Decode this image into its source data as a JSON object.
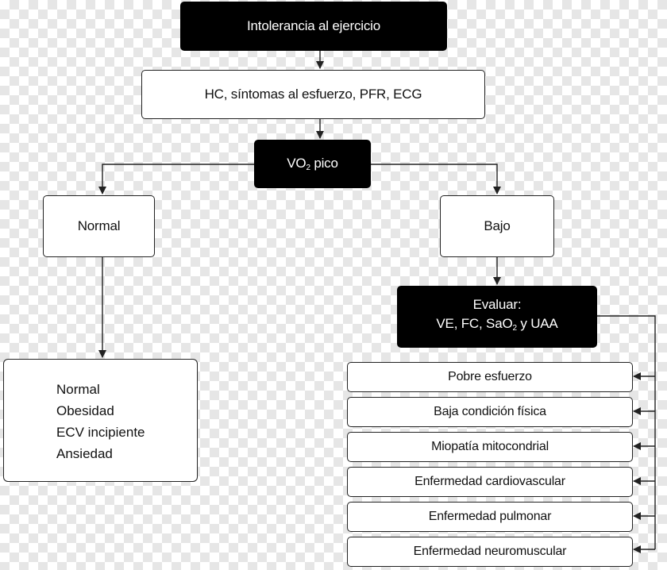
{
  "nodes": {
    "top": "Intolerancia al ejercicio",
    "hc": "HC, síntomas al esfuerzo, PFR, ECG",
    "vo2": {
      "main": "VO",
      "sub": "2",
      "rest": " pico"
    },
    "normal": "Normal",
    "bajo": "Bajo",
    "evaluar": {
      "line1": "Evaluar:",
      "line2_a": "VE, FC, SaO",
      "line2_sub": "2",
      "line2_b": " y UAA"
    }
  },
  "normal_list": [
    "Normal",
    "Obesidad",
    "ECV incipiente",
    "Ansiedad"
  ],
  "outcomes": [
    "Pobre esfuerzo",
    "Baja condición física",
    "Miopatía mitocondrial",
    "Enfermedad cardiovascular",
    "Enfermedad pulmonar",
    "Enfermedad neuromuscular"
  ],
  "colors": {
    "dark_box": "#000000",
    "light_box": "#ffffff",
    "line": "#222222"
  }
}
